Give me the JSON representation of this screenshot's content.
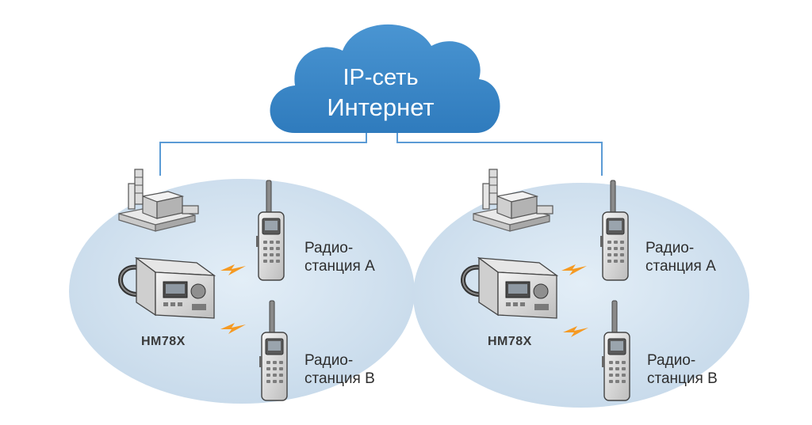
{
  "cloud": {
    "line1": "IP-сеть",
    "line2": "Интернет"
  },
  "sites": [
    {
      "dispatcher_model": "HM78X",
      "radio_a_line1": "Радио-",
      "radio_a_line2": "станция A",
      "radio_b_line1": "Радио-",
      "radio_b_line2": "станция B"
    },
    {
      "dispatcher_model": "HM78X",
      "radio_a_line1": "Радио-",
      "radio_a_line2": "станция A",
      "radio_b_line1": "Радио-",
      "radio_b_line2": "станция B"
    }
  ],
  "colors": {
    "cloud": "#3b88c8",
    "coverage": "#cfe0ee",
    "link_line": "#5b9bd5",
    "signal": "#f59a23"
  }
}
